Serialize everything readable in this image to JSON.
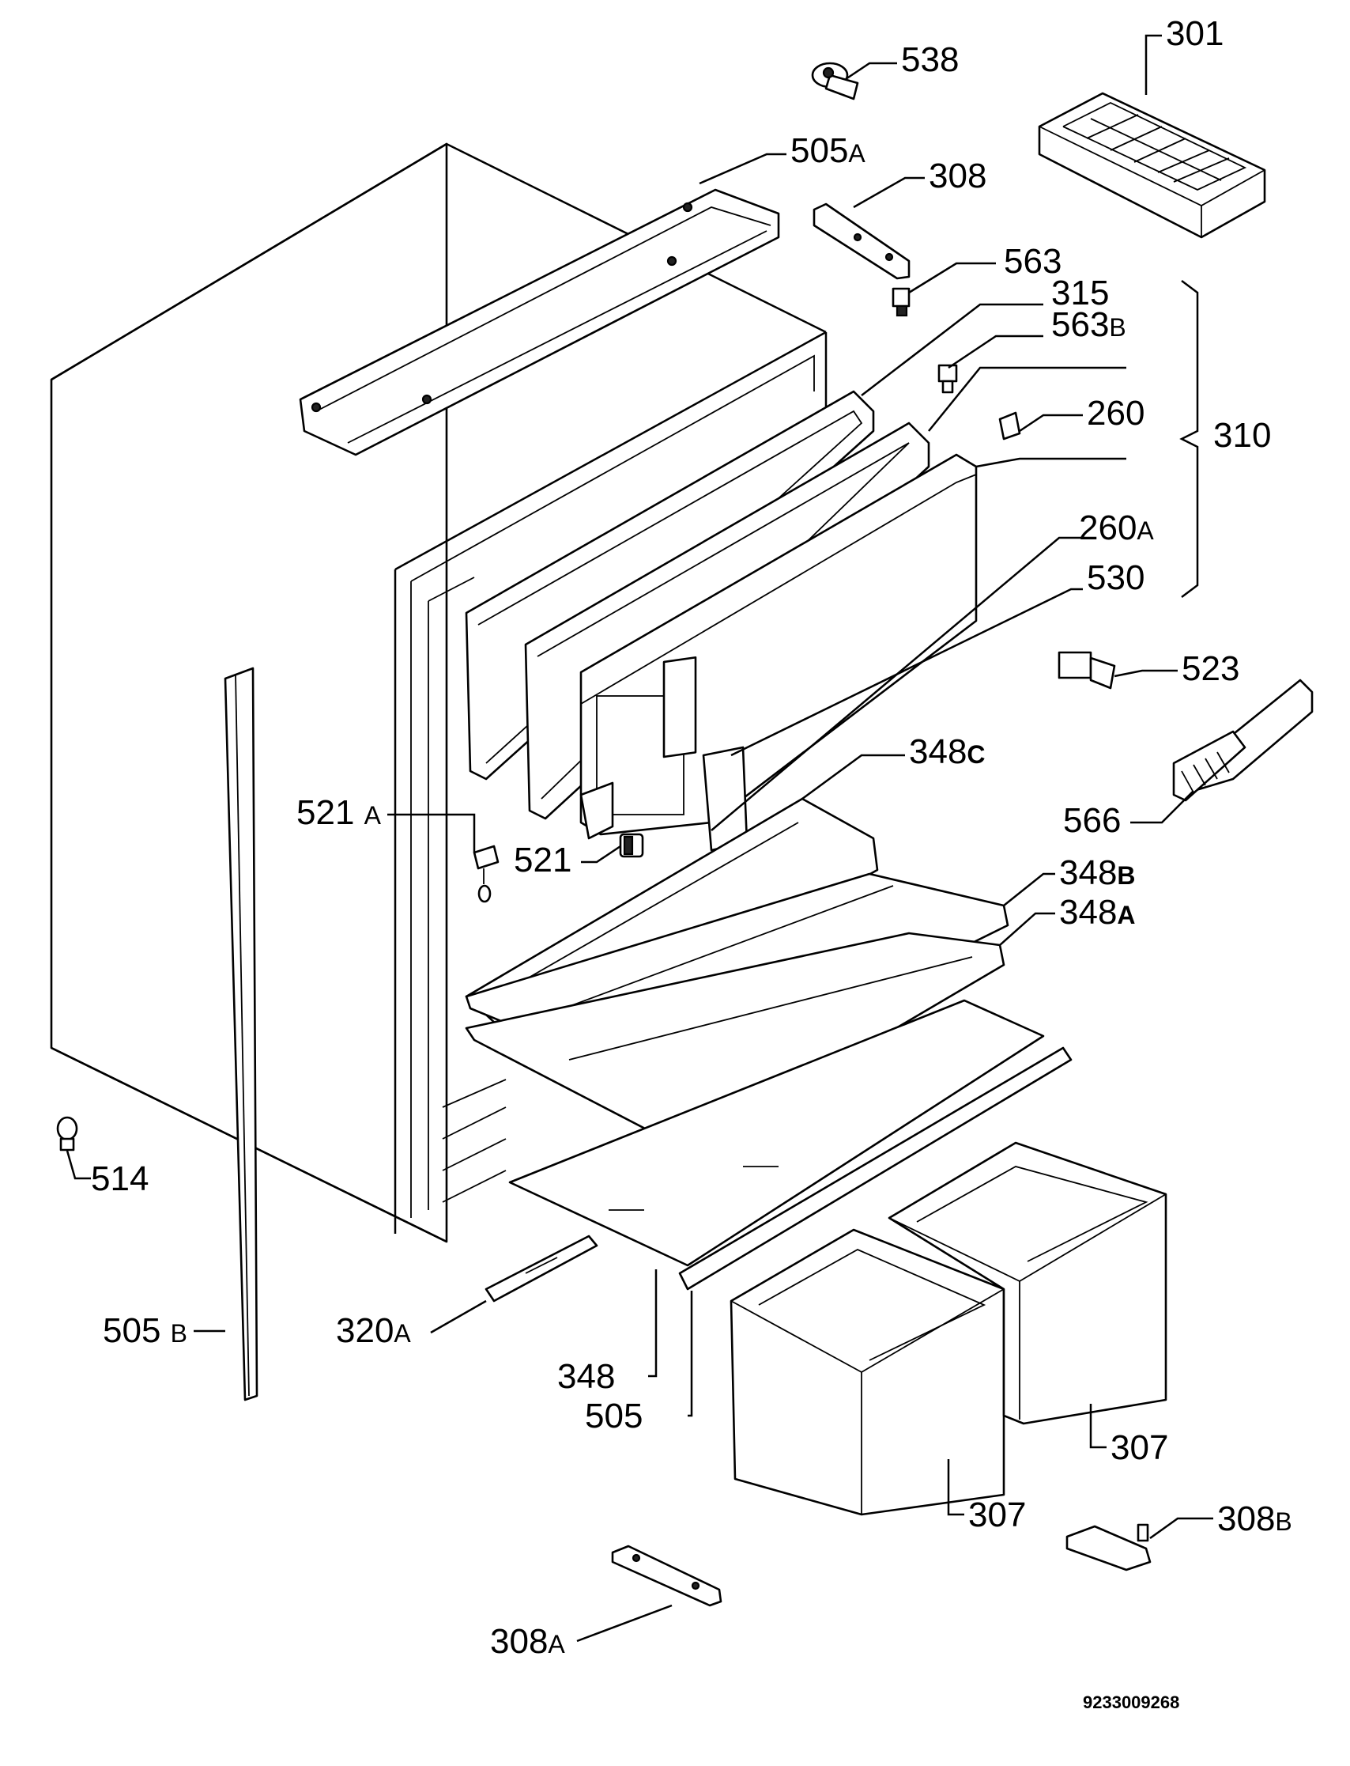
{
  "diagram": {
    "drawing_number": "9233009268",
    "labels": {
      "p538": {
        "num": "538",
        "suffix": ""
      },
      "p301": {
        "num": "301",
        "suffix": ""
      },
      "p505A": {
        "num": "505",
        "suffix": "A"
      },
      "p308": {
        "num": "308",
        "suffix": ""
      },
      "p563": {
        "num": "563",
        "suffix": ""
      },
      "p315": {
        "num": "315",
        "suffix": ""
      },
      "p563B": {
        "num": "563",
        "suffix": "B"
      },
      "p260": {
        "num": "260",
        "suffix": ""
      },
      "p310": {
        "num": "310",
        "suffix": ""
      },
      "p260A": {
        "num": "260",
        "suffix": "A"
      },
      "p530": {
        "num": "530",
        "suffix": ""
      },
      "p523": {
        "num": "523",
        "suffix": ""
      },
      "p348C": {
        "num": "348",
        "suffix": "C"
      },
      "p566": {
        "num": "566",
        "suffix": ""
      },
      "p521A": {
        "num": "521",
        "suffix": "A"
      },
      "p521": {
        "num": "521",
        "suffix": ""
      },
      "p348B": {
        "num": "348",
        "suffix": "B"
      },
      "p348A": {
        "num": "348",
        "suffix": "A"
      },
      "p514": {
        "num": "514",
        "suffix": ""
      },
      "p505B": {
        "num": "505",
        "suffix": "B"
      },
      "p320A": {
        "num": "320",
        "suffix": "A"
      },
      "p348": {
        "num": "348",
        "suffix": ""
      },
      "p505": {
        "num": "505",
        "suffix": ""
      },
      "p307a": {
        "num": "307",
        "suffix": ""
      },
      "p307b": {
        "num": "307",
        "suffix": ""
      },
      "p308B": {
        "num": "308",
        "suffix": "B"
      },
      "p308A": {
        "num": "308",
        "suffix": "A"
      }
    }
  }
}
